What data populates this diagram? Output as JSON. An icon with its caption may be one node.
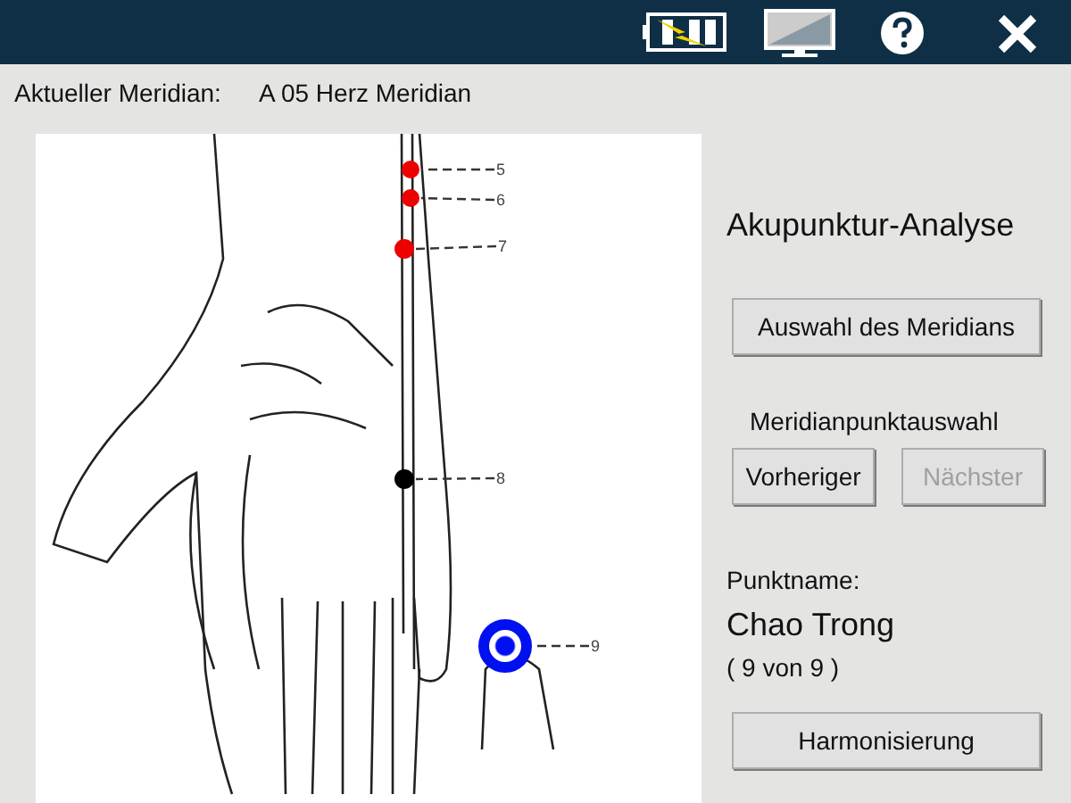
{
  "diagram": {
    "nodes": [
      {
        "text": [],
        "shape": "circle"
      },
      {
        "text": [
          "5"
        ]
      },
      {
        "text": [],
        "shape": "circle"
      },
      {
        "text": [
          "6"
        ]
      },
      {
        "text": [],
        "shape": "circle"
      },
      {
        "text": [
          "7"
        ]
      },
      {
        "text": [],
        "shape": "circle"
      },
      {
        "text": [
          "8"
        ]
      },
      {
        "text": [],
        "shape": "circle"
      },
      {
        "text": [
          "9"
        ]
      }
    ],
    "edges": [
      {
        "from": 1,
        "to": 0,
        "arrow": "none",
        "style": "dashed"
      },
      {
        "from": 3,
        "to": 2,
        "arrow": "none",
        "style": "dashed"
      },
      {
        "from": 5,
        "to": 4,
        "arrow": "none",
        "style": "dashed"
      },
      {
        "from": 7,
        "to": 6,
        "arrow": "none",
        "style": "dashed"
      },
      {
        "from": 9,
        "to": 8,
        "arrow": "none",
        "style": "dashed"
      }
    ],
    "labels": [
      "Aktueller Meridian:",
      "A 05 Herz Meridian",
      "Akupunktur-Analyse",
      "Auswahl des Meridians",
      "Meridianpunktauswahl",
      "Vorheriger",
      "Nächster",
      "Punktname:",
      "Chao Trong",
      "( 9 von 9 )",
      "Harmonisierung"
    ]
  }
}
